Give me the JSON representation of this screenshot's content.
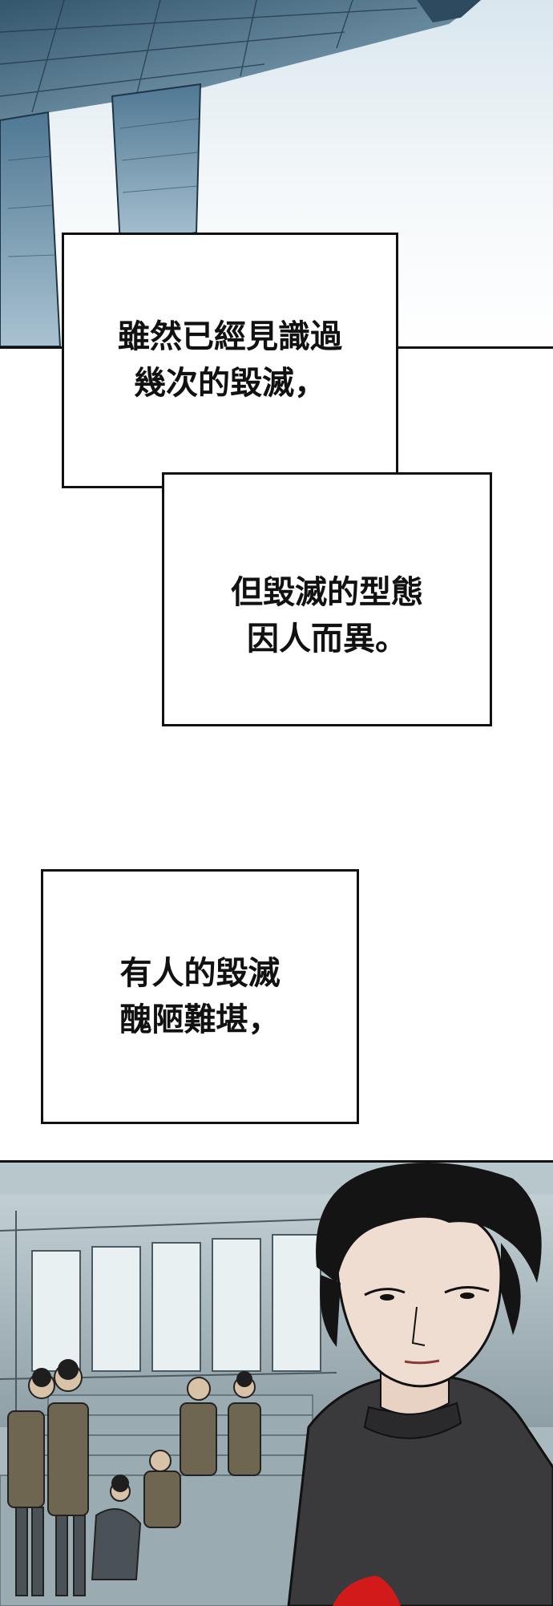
{
  "captions": [
    {
      "lines": [
        "雖然已經見識過",
        "幾次的毀滅，"
      ]
    },
    {
      "lines": [
        "但毀滅的型態",
        "因人而異。"
      ]
    },
    {
      "lines": [
        "有人的毀滅",
        "醜陋難堪，"
      ]
    }
  ],
  "colors": {
    "panel_border": "#111111",
    "sky": "#f4f8fa",
    "building_blue": "#5f8aa5",
    "scene_gray": "#9fb0b6",
    "hoodie": "#3a3a3c",
    "accent_red": "#d21a1a"
  }
}
